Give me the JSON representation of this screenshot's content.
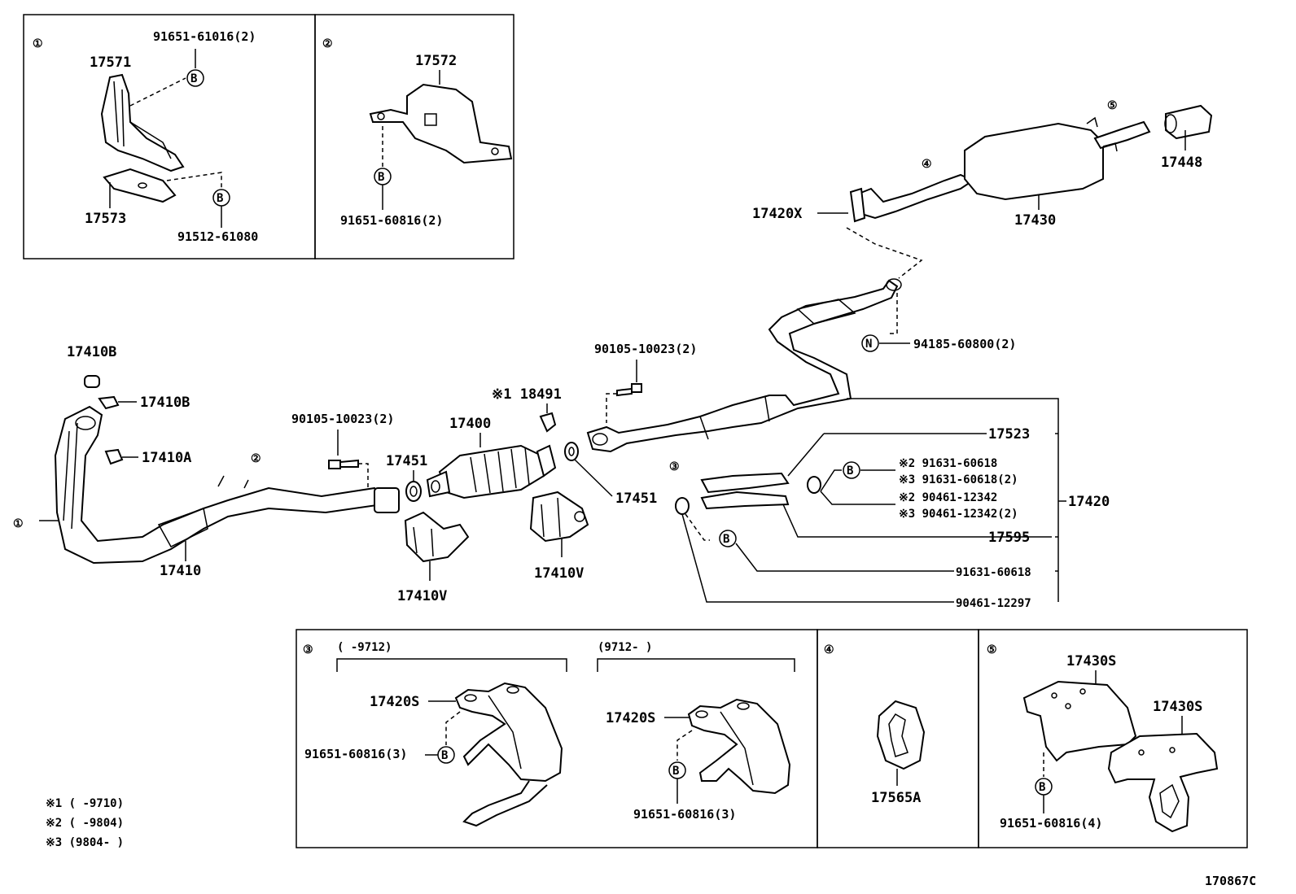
{
  "diagram_code": "170867C",
  "insets": {
    "i1": {
      "marker": "①",
      "parts": [
        "17571",
        "17573"
      ],
      "bolt_top": "91651-61016(2)",
      "bolt_bottom": "91512-61080",
      "b_mark": "B"
    },
    "i2": {
      "marker": "②",
      "part": "17572",
      "bolt": "91651-60816(2)",
      "b_mark": "B"
    },
    "i3": {
      "marker": "③",
      "range_left": "(     -9712)",
      "range_right": "(9712-     )",
      "part_left": "17420S",
      "part_right": "17420S",
      "bolt_left": "91651-60816(3)",
      "bolt_right": "91651-60816(3)",
      "b_mark": "B"
    },
    "i4": {
      "marker": "④",
      "part": "17565A"
    },
    "i5": {
      "marker": "⑤",
      "part_a": "17430S",
      "part_b": "17430S",
      "bolt": "91651-60816(4)",
      "b_mark": "B"
    }
  },
  "main": {
    "m1": "①",
    "m2": "②",
    "m3": "③",
    "m4": "④",
    "m5": "⑤",
    "p17410B_top": "17410B",
    "p17410B": "17410B",
    "p17410A": "17410A",
    "p17410": "17410",
    "bolt_mid": "90105-10023(2)",
    "p17451_a": "17451",
    "p17400": "17400",
    "p18491": "※1 18491",
    "p17410V_a": "17410V",
    "p17410V_b": "17410V",
    "p17451_b": "17451",
    "bolt_right": "90105-10023(2)",
    "p17523": "17523",
    "p17420": "17420",
    "p17595": "17595",
    "p91631_a": "91631-60618",
    "p90461_12297": "90461-12297",
    "n_mark": "N",
    "p94185": "94185-60800(2)",
    "p17420X": "17420X",
    "p17430": "17430",
    "p17448": "17448",
    "b_mark": "B",
    "note_lines": [
      "※2  91631-60618",
      "※3  91631-60618(2)",
      "※2  90461-12342",
      "※3  90461-12342(2)"
    ]
  },
  "footnotes": [
    "※1 (     -9710)",
    "※2 (     -9804)",
    "※3 (9804-     )"
  ]
}
